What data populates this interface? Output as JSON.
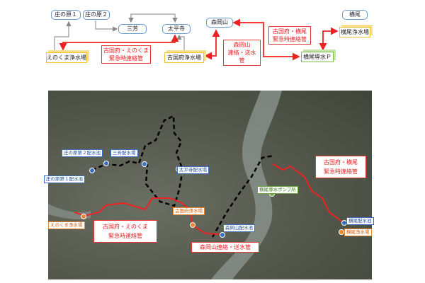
{
  "diagram": {
    "reservoirs": {
      "shonohara1": "庄の原１",
      "shonohara2": "庄の原２",
      "miyoshi": "三芳",
      "taiheiji": "太平寺",
      "morookayama": "森岡山",
      "yokoo": "横尾"
    },
    "plants": {
      "enokuma": "えのくま浄水場",
      "furugo": "古国府浄水場",
      "yokoo": "横尾浄水場"
    },
    "pump": "横尾導水Ｐ",
    "pipes": {
      "furugo_enokuma": [
        "古国府・えのくま",
        "緊急時連絡管"
      ],
      "morookayama": [
        "森岡山",
        "連絡・送水管"
      ],
      "furugo_yokoo": [
        "古国府・横尾",
        "緊急時連絡管"
      ]
    }
  },
  "map": {
    "labels": {
      "shonohara2": "庄の原第２配水池",
      "miyoshi": "三芳配水場",
      "shonohara1": "庄の原第１配水池",
      "taiheiji": "太平寺配水場",
      "enokuma": "えのくま浄水場",
      "furugo": "古国府浄水場",
      "morookayama": "森岡山配水池",
      "yokoo_pump": "横尾導水ポンプ所",
      "yokoo_res": "横尾配水池",
      "yokoo_plant": "横尾浄水場"
    },
    "pipes": {
      "furugo_enokuma": [
        "古国府・えのくま",
        "緊急時連絡管"
      ],
      "morookayama": "森岡山連絡・送水管",
      "furugo_yokoo": [
        "古国府・横尾",
        "緊急時連絡管"
      ]
    }
  },
  "colors": {
    "pipe": "#ee2222",
    "reservoir": "#6a9bd1",
    "plant": "#f2c230",
    "pump": "#7bbd4a",
    "dashed": "#000000"
  }
}
